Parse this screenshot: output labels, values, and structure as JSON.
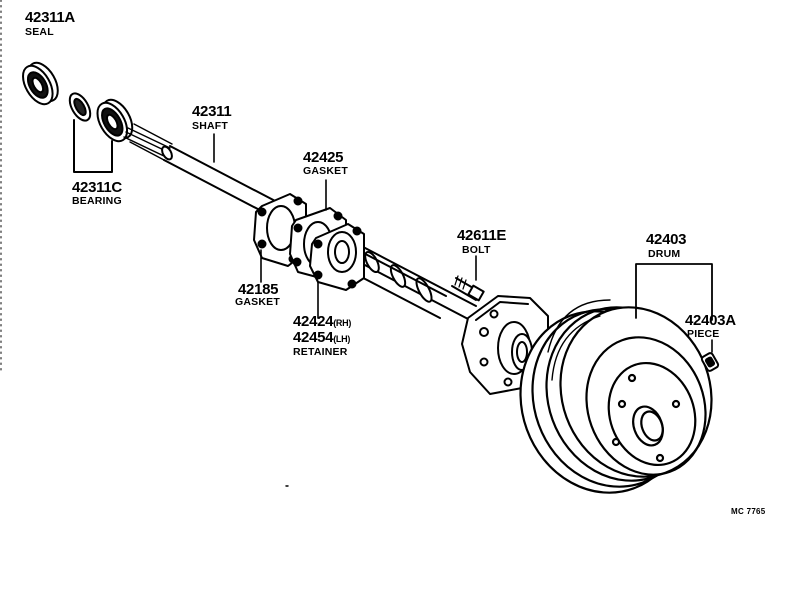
{
  "parts": [
    {
      "id": "seal",
      "number": "42311A",
      "name": "SEAL"
    },
    {
      "id": "bearing",
      "number": "42311C",
      "name": "BEARING"
    },
    {
      "id": "shaft",
      "number": "42311",
      "name": "SHAFT"
    },
    {
      "id": "gasket-outer",
      "number": "42425",
      "name": "GASKET"
    },
    {
      "id": "gasket-inner",
      "number": "42185",
      "name": "GASKET"
    },
    {
      "id": "retainer",
      "number_rh": "42424",
      "side_rh": "(RH)",
      "number_lh": "42454",
      "side_lh": "(LH)",
      "name": "RETAINER"
    },
    {
      "id": "bolt",
      "number": "42611E",
      "name": "BOLT"
    },
    {
      "id": "drum",
      "number": "42403",
      "name": "DRUM"
    },
    {
      "id": "piece",
      "number": "42403A",
      "name": "PIECE"
    }
  ],
  "diagram_code": "MC 7765"
}
